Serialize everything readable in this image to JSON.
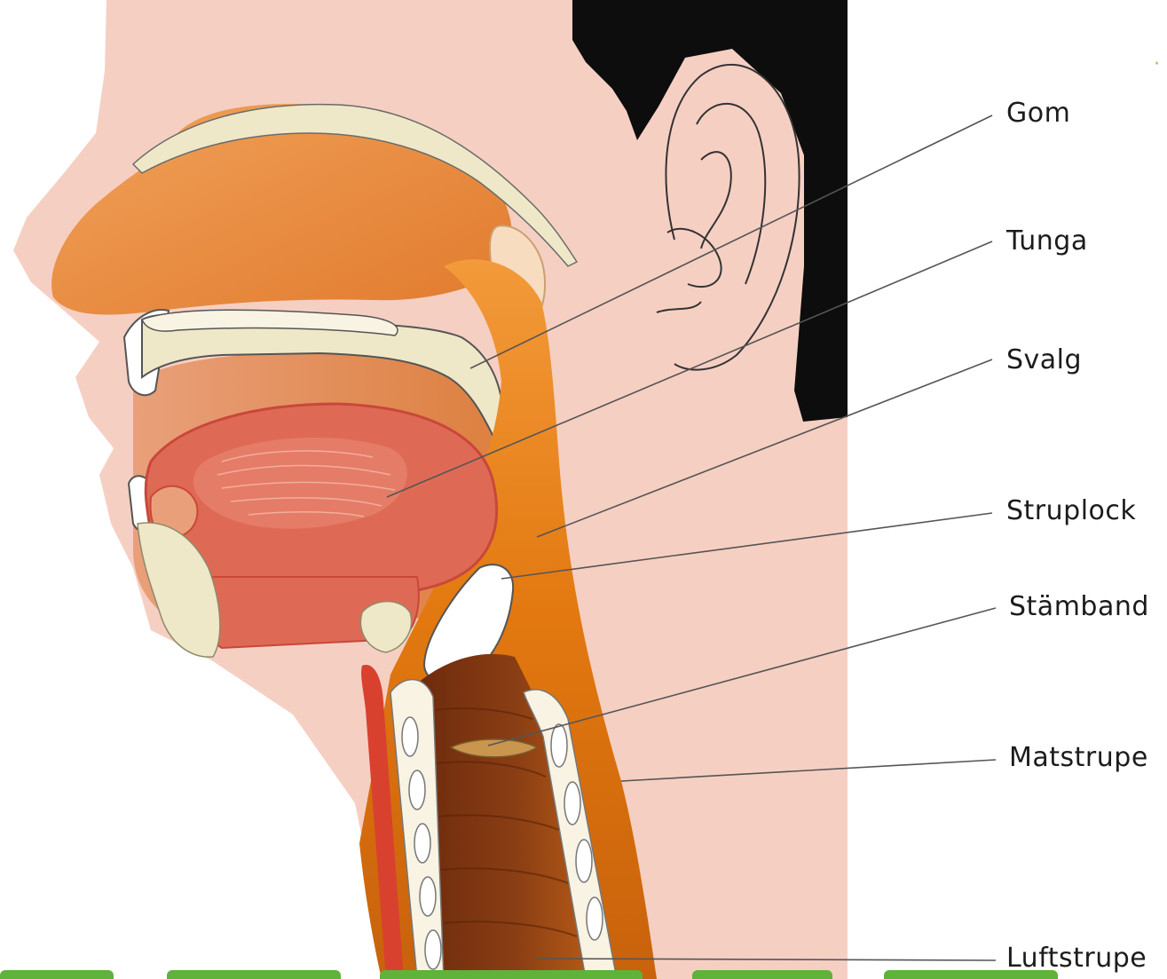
{
  "labels": {
    "gom": "Gom",
    "tunga": "Tunga",
    "svalg": "Svalg",
    "struplock": "Struplock",
    "stamband": "Stämband",
    "matstrupe": "Matstrupe",
    "luftstrupe": "Luftstrupe"
  },
  "colors": {
    "skin": "#f6cfc3",
    "hair": "#0d0d0d",
    "nasal_cavity": "#e8893f",
    "pharynx": "#e67e16",
    "tongue": "#de6a55",
    "bone": "#efe8c8",
    "trachea_dark": "#7a3512",
    "leader_line": "#555555",
    "tab_green": "#5fb23a"
  }
}
